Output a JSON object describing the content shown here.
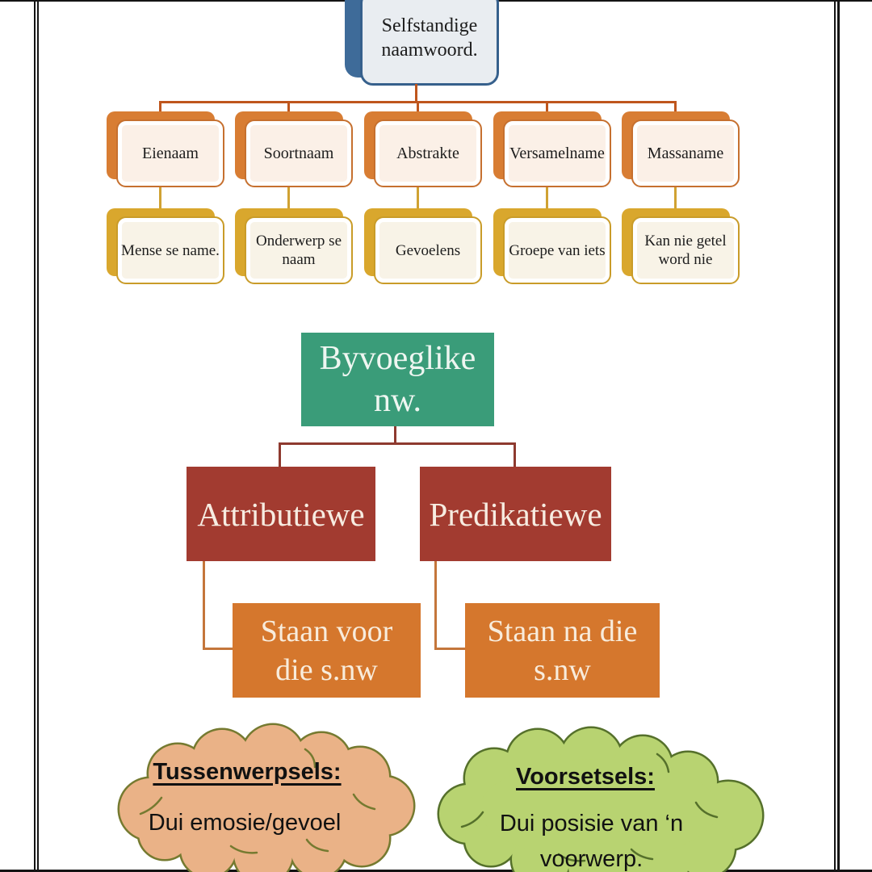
{
  "frame": {
    "color": "#141414"
  },
  "noun_tree": {
    "root_label": "Selfstandige\nnaamwoord.",
    "root_colors": {
      "fill": "#e9edf1",
      "border": "#36608c",
      "shadow": "#3e6b99"
    },
    "connector_color": "#bf561d",
    "description_connector_color": "#d0a233",
    "category_colors": {
      "shadow": "#d87d33",
      "border": "#c6702f",
      "fill": "#fbf0e7"
    },
    "description_colors": {
      "shadow": "#d9a72d",
      "border": "#c99c29",
      "fill": "#f8f3e7"
    },
    "categories": [
      {
        "label": "Eienaam",
        "description": "Mense se name."
      },
      {
        "label": "Soortnaam",
        "description": "Onderwerp se\nnaam"
      },
      {
        "label": "Abstrakte",
        "description": "Gevoelens"
      },
      {
        "label": "Versamelname",
        "description": "Groepe van iets"
      },
      {
        "label": "Massaname",
        "description": "Kan nie getel\nword nie"
      }
    ]
  },
  "adjective_tree": {
    "root_label": "Byvoeglike\nnw.",
    "root_fill": "#3a9c79",
    "connector_color": "#8e3a2f",
    "elbow_color": "#c4763b",
    "branch_fill": "#a23b30",
    "detail_fill": "#d5772d",
    "branches": [
      {
        "label": "Attributiewe",
        "detail": "Staan voor\ndie s.nw"
      },
      {
        "label": "Predikatiewe",
        "detail": "Staan na die\ns.nw"
      }
    ]
  },
  "clouds": [
    {
      "title": "Tussenwerpsels:",
      "body": "Dui emosie/gevoel",
      "fill": "#eab287",
      "stroke": "#757a30"
    },
    {
      "title": "Voorsetsels:",
      "body": "Dui posisie van ‘n\nvoorwerp.",
      "fill": "#b8d371",
      "stroke": "#55702b"
    }
  ]
}
